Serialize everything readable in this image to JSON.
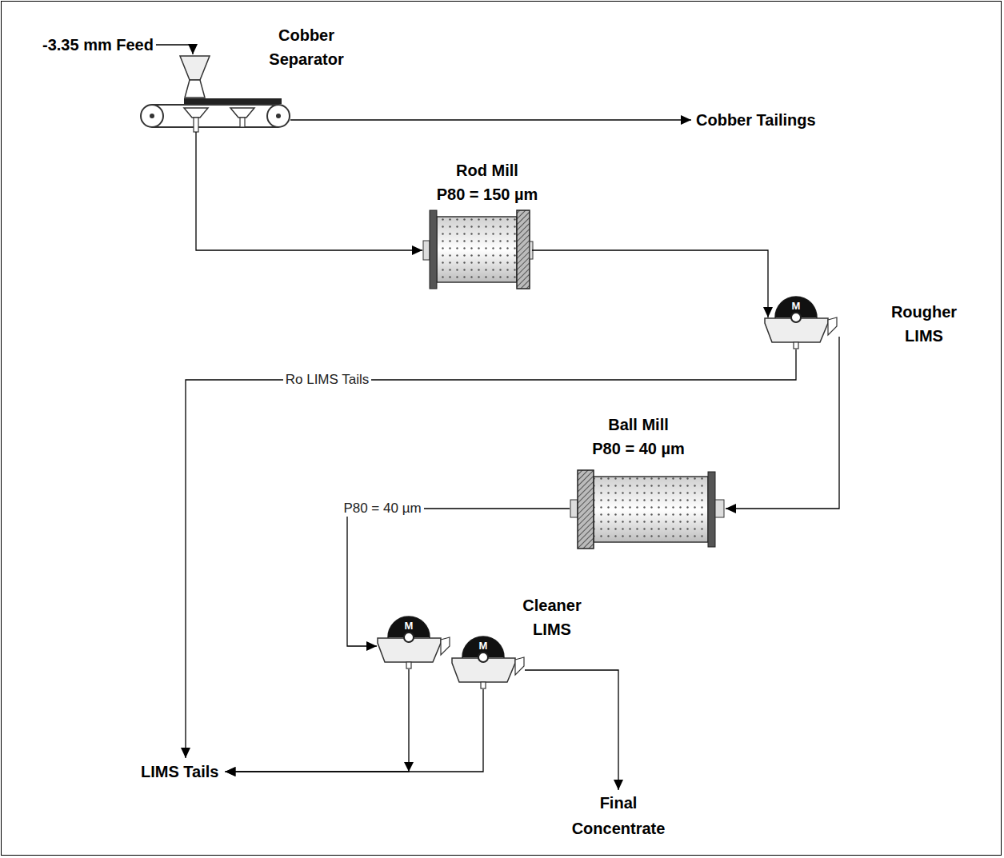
{
  "diagram": {
    "nodes": [
      {
        "text": [
          "-3.35 mm Feed"
        ]
      },
      {
        "text": [
          "Cobber Separator"
        ]
      },
      {
        "text": [
          "Cobber Tailings"
        ]
      },
      {
        "text": [
          "Rod Mill",
          "P80 = 150 µm"
        ]
      },
      {
        "text": [
          "M",
          "Rougher LIMS"
        ]
      },
      {
        "text": [
          "Ball Mill",
          "P80 = 40 µm"
        ]
      },
      {
        "text": [
          "LIMS Tails"
        ]
      },
      {
        "text": [
          "M",
          "Cleaner LIMS"
        ]
      },
      {
        "text": [
          "M"
        ]
      },
      {
        "text": [
          "Final Concentrate"
        ]
      }
    ],
    "edges": [
      {
        "from": 0,
        "to": 1,
        "arrow": "to"
      },
      {
        "from": 1,
        "to": 2,
        "arrow": "to"
      },
      {
        "from": 1,
        "to": 3,
        "arrow": "to"
      },
      {
        "from": 3,
        "to": 4,
        "arrow": "to"
      },
      {
        "from": 4,
        "to": 6,
        "label": "Ro LIMS Tails",
        "arrow": "to"
      },
      {
        "from": 4,
        "to": 5,
        "arrow": "to"
      },
      {
        "from": 5,
        "to": 7,
        "label": "P80 = 40 µm",
        "arrow": "to"
      },
      {
        "from": 7,
        "to": 6,
        "arrow": "to"
      },
      {
        "from": 8,
        "to": 6,
        "arrow": "to"
      },
      {
        "from": 8,
        "to": 9,
        "arrow": "to"
      }
    ]
  }
}
